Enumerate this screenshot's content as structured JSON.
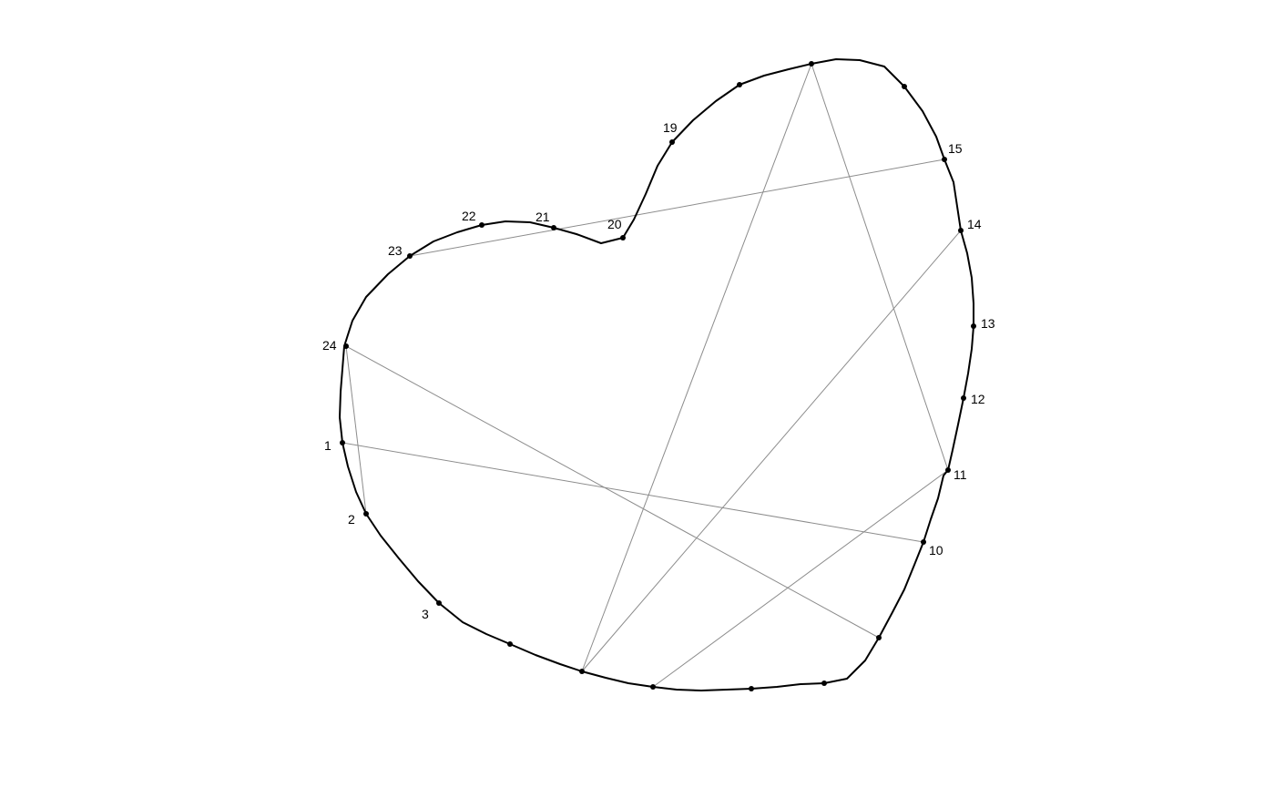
{
  "diagram": {
    "point_labels": [
      "1",
      "2",
      "3",
      "10",
      "11",
      "12",
      "13",
      "14",
      "15",
      "19",
      "20",
      "21",
      "22",
      "23",
      "24"
    ],
    "connections": [
      [
        "24",
        "2"
      ],
      [
        "1",
        "10"
      ],
      [
        "24",
        "bottom-right"
      ],
      [
        "top",
        "bottom-a"
      ],
      [
        "top",
        "11"
      ],
      [
        "14",
        "bottom-a"
      ],
      [
        "11",
        "bottom-b"
      ],
      [
        "23",
        "15"
      ]
    ],
    "colors": {
      "outline": "#000000",
      "chords": "#8c8c8c",
      "points": "#000000",
      "background": "#ffffff"
    }
  }
}
